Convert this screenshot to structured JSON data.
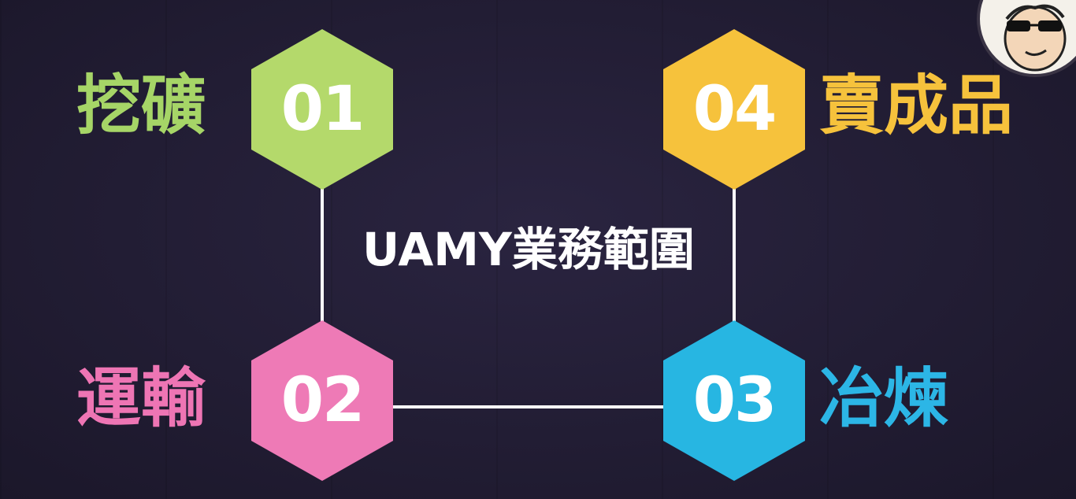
{
  "title": "UAMY業務範圍",
  "steps": [
    {
      "number": "01",
      "label": "挖礦",
      "color": "#b4d96b"
    },
    {
      "number": "02",
      "label": "運輸",
      "color": "#ee7ab6"
    },
    {
      "number": "03",
      "label": "冶煉",
      "color": "#27b6e2"
    },
    {
      "number": "04",
      "label": "賣成品",
      "color": "#f6c23c"
    }
  ],
  "connector_color": "#ffffff",
  "background_color": "#221d34",
  "corner_avatar": "cartoon-face-with-sunglasses"
}
